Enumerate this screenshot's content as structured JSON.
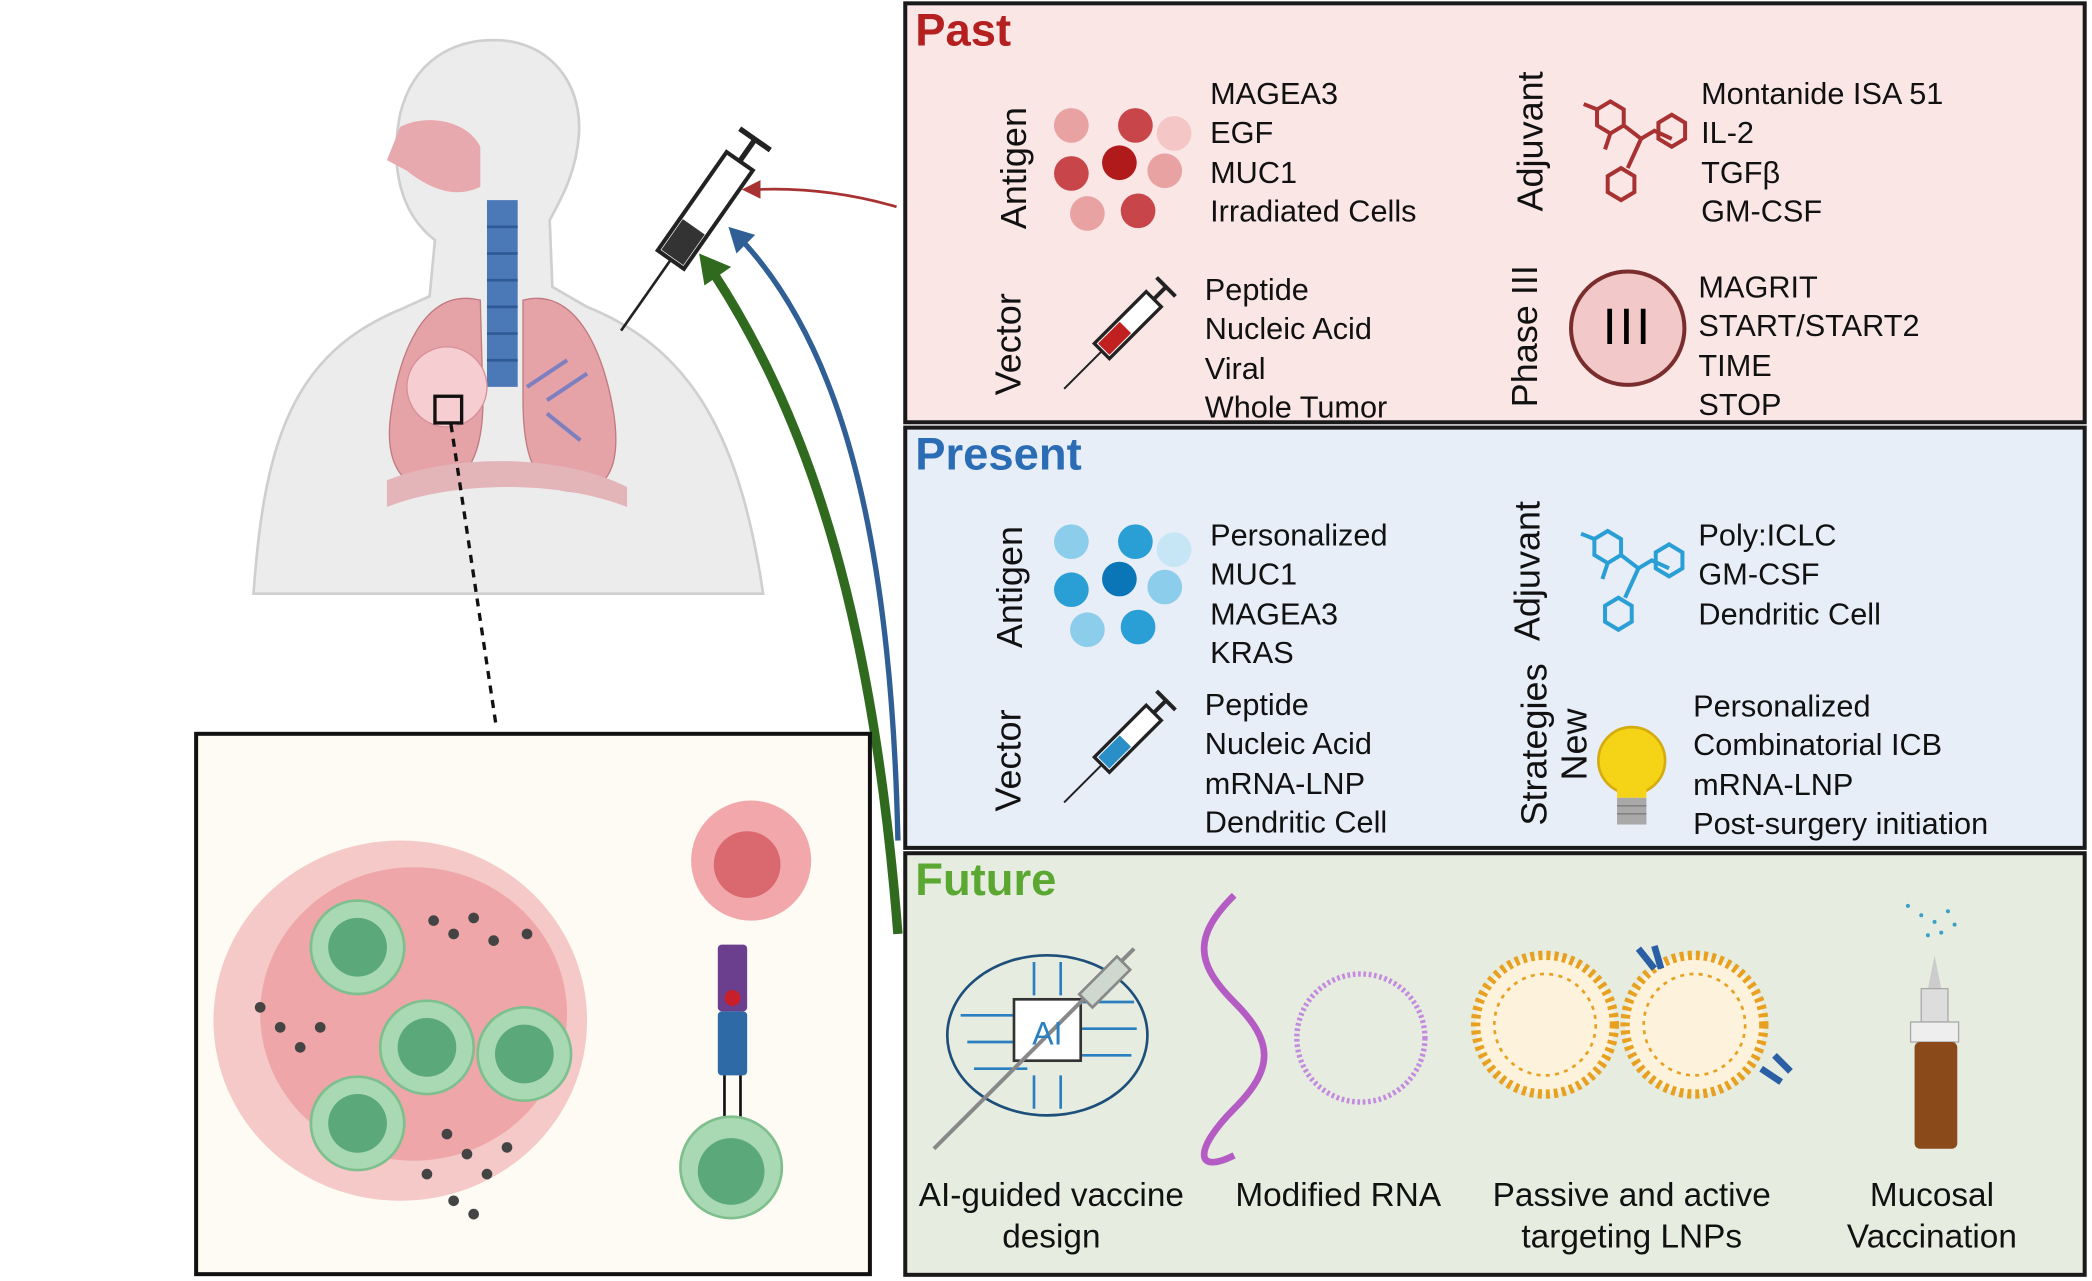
{
  "panels": {
    "past": {
      "title": "Past",
      "color": "#b3201f",
      "antigen": {
        "label": "Antigen",
        "items": [
          "MAGEA3",
          "EGF",
          "MUC1",
          "Irradiated Cells"
        ]
      },
      "adjuvant": {
        "label": "Adjuvant",
        "items": [
          "Montanide ISA 51",
          "IL-2",
          "TGFβ",
          "GM-CSF"
        ]
      },
      "vector": {
        "label": "Vector",
        "items": [
          "Peptide",
          "Nucleic Acid",
          "Viral",
          "Whole Tumor"
        ]
      },
      "phase": {
        "label": "Phase III",
        "icon_text": "III",
        "items": [
          "MAGRIT",
          "START/START2",
          "TIME",
          "STOP"
        ]
      }
    },
    "present": {
      "title": "Present",
      "color": "#2a6db5",
      "antigen": {
        "label": "Antigen",
        "items": [
          "Personalized",
          "MUC1",
          "MAGEA3",
          "KRAS"
        ]
      },
      "adjuvant": {
        "label": "Adjuvant",
        "items": [
          "Poly:ICLC",
          "GM-CSF",
          "Dendritic Cell"
        ]
      },
      "vector": {
        "label": "Vector",
        "items": [
          "Peptide",
          "Nucleic Acid",
          "mRNA-LNP",
          "Dendritic Cell"
        ]
      },
      "strategies": {
        "label_line1": "New",
        "label_line2": "Strategies",
        "items": [
          "Personalized",
          "Combinatorial ICB",
          "mRNA-LNP",
          "Post-surgery initiation"
        ]
      }
    },
    "future": {
      "title": "Future",
      "color": "#5aa832",
      "items": [
        {
          "line1": "AI-guided vaccine",
          "line2": "design",
          "icon_text": "AI"
        },
        {
          "line1": "Modified RNA",
          "line2": ""
        },
        {
          "line1": "Passive and active",
          "line2": "targeting LNPs"
        },
        {
          "line1": "Mucosal",
          "line2": "Vaccination"
        }
      ]
    }
  },
  "arrow_colors": {
    "past": "#a83232",
    "present": "#2f5f95",
    "future": "#2f6a1f"
  }
}
